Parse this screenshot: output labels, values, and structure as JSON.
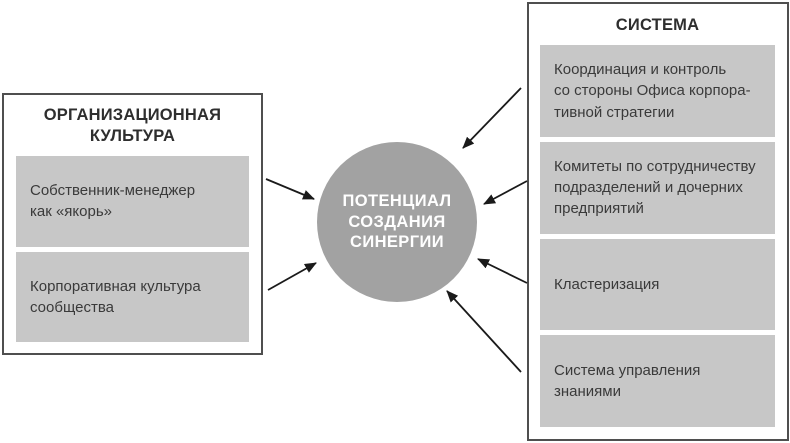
{
  "colors": {
    "item_bg": "#c7c7c7",
    "circle_bg": "#a2a2a2",
    "box_border": "#4f4f4f",
    "text": "#3a3a3a",
    "circle_text": "#ffffff",
    "arrow": "#1a1a1a"
  },
  "left_box": {
    "title": "ОРГАНИЗАЦИОННАЯ\nКУЛЬТУРА",
    "items": [
      "Собственник-менеджер\nкак «якорь»",
      "Корпоративная культура\nсообщества"
    ]
  },
  "circle": {
    "label": "ПОТЕНЦИАЛ\nСОЗДАНИЯ\nСИНЕРГИИ"
  },
  "right_box": {
    "title": "СИСТЕМА",
    "items": [
      "Координация и контроль\nсо стороны Офиса корпора-\nтивной стратегии",
      "Комитеты по сотрудничеству\nподразделений и дочерних\nпредприятий",
      "Кластеризация",
      "Система управления\nзнаниями"
    ]
  }
}
